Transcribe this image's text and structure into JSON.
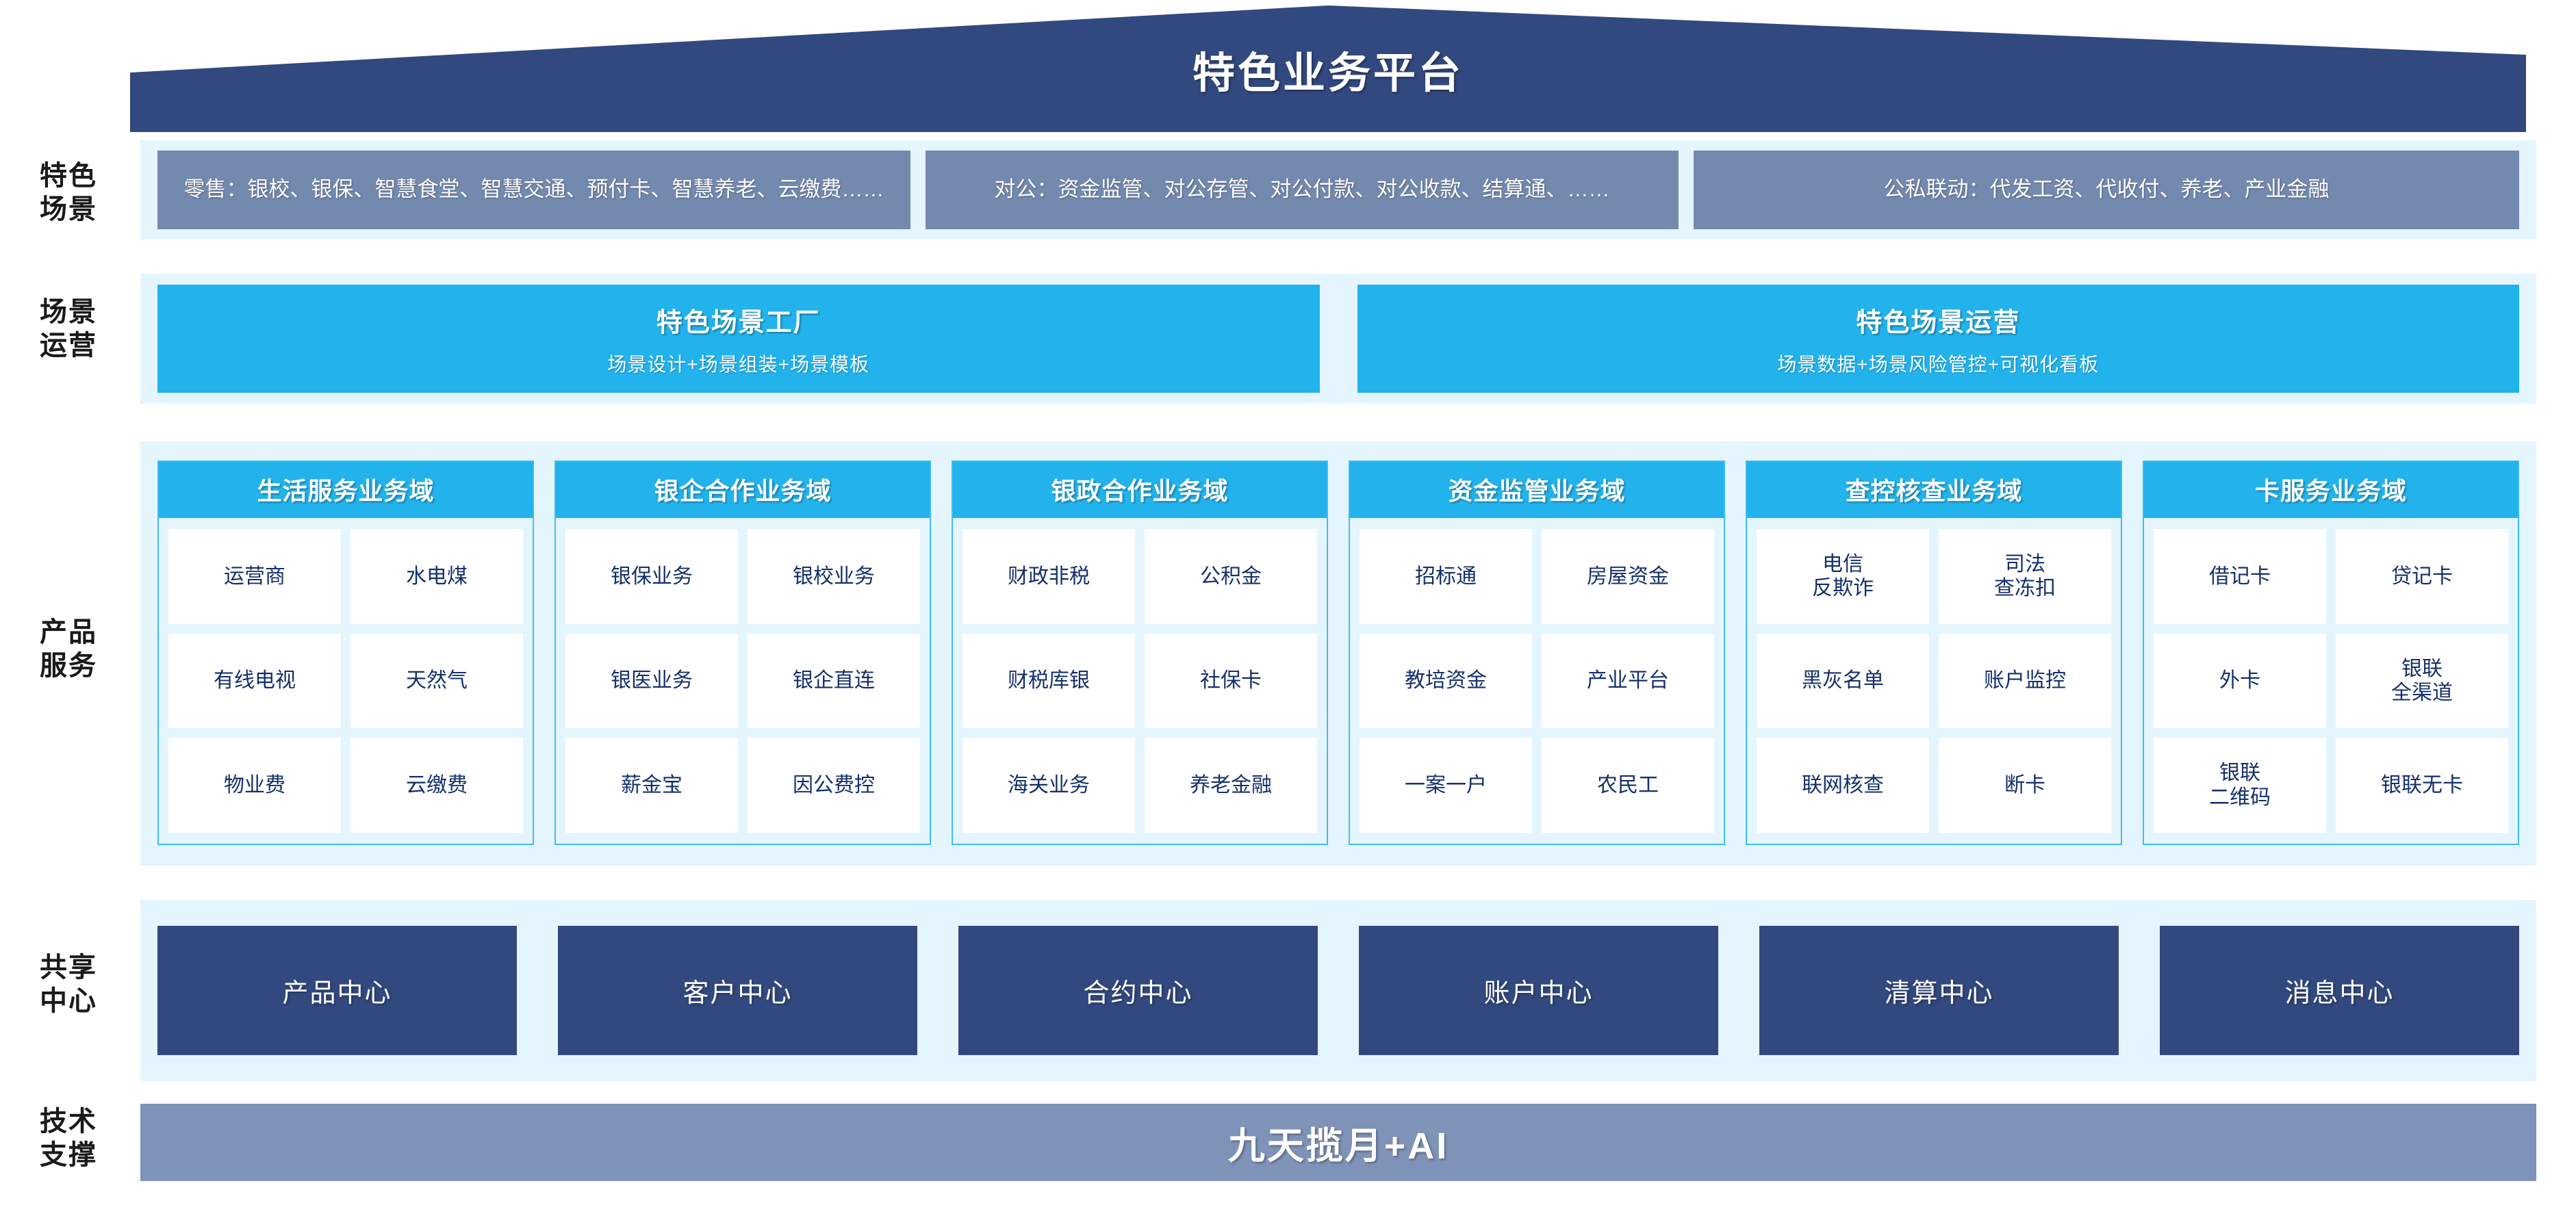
{
  "header": {
    "title": "特色业务平台",
    "roof_color": "#32497f"
  },
  "axis_labels": {
    "scene": "特色\n场景",
    "operations": "场景\n运营",
    "products": "产品\n服务",
    "shared": "共享\n中心",
    "tech": "技术\n支撑"
  },
  "colors": {
    "panel_bg": "#e4f5fd",
    "scene_box": "#7489ae",
    "cyan": "#22b2ec",
    "deep_blue": "#32497f",
    "tech_bar": "#7f93b8",
    "cell_text": "#14306b"
  },
  "scene_row": {
    "boxes": [
      {
        "label": "零售：银校、银保、智慧食堂、智慧交通、预付卡、智慧养老、云缴费……"
      },
      {
        "label": "对公：资金监管、对公存管、对公付款、对公收款、结算通、……"
      },
      {
        "label": "公私联动：代发工资、代收付、养老、产业金融"
      }
    ]
  },
  "operations_row": {
    "boxes": [
      {
        "title": "特色场景工厂",
        "subtitle": "场景设计+场景组装+场景模板"
      },
      {
        "title": "特色场景运营",
        "subtitle": "场景数据+场景风险管控+可视化看板"
      }
    ]
  },
  "product_domains": [
    {
      "title": "生活服务业务域",
      "items": [
        "运营商",
        "水电煤",
        "有线电视",
        "天然气",
        "物业费",
        "云缴费"
      ]
    },
    {
      "title": "银企合作业务域",
      "items": [
        "银保业务",
        "银校业务",
        "银医业务",
        "银企直连",
        "薪金宝",
        "因公费控"
      ]
    },
    {
      "title": "银政合作业务域",
      "items": [
        "财政非税",
        "公积金",
        "财税库银",
        "社保卡",
        "海关业务",
        "养老金融"
      ]
    },
    {
      "title": "资金监管业务域",
      "items": [
        "招标通",
        "房屋资金",
        "教培资金",
        "产业平台",
        "一案一户",
        "农民工"
      ]
    },
    {
      "title": "查控核查业务域",
      "items": [
        "电信\n反欺诈",
        "司法\n查冻扣",
        "黑灰名单",
        "账户监控",
        "联网核查",
        "断卡"
      ]
    },
    {
      "title": "卡服务业务域",
      "items": [
        "借记卡",
        "贷记卡",
        "外卡",
        "银联\n全渠道",
        "银联\n二维码",
        "银联无卡"
      ]
    }
  ],
  "shared_centers": [
    {
      "label": "产品中心"
    },
    {
      "label": "客户中心"
    },
    {
      "label": "合约中心"
    },
    {
      "label": "账户中心"
    },
    {
      "label": "清算中心"
    },
    {
      "label": "消息中心"
    }
  ],
  "tech_support": {
    "label": "九天揽月+AI"
  }
}
